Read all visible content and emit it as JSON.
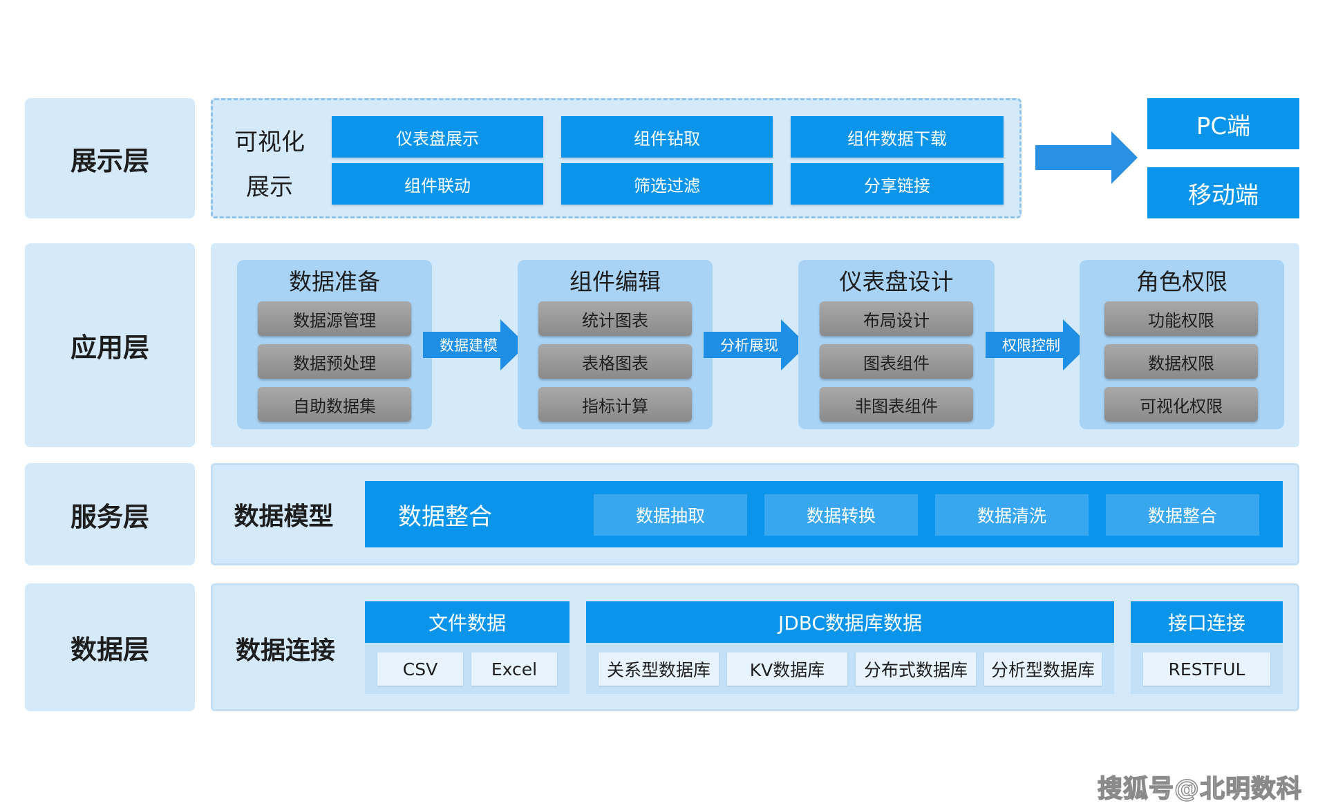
{
  "layers": {
    "presentation": "展示层",
    "application": "应用层",
    "service": "服务层",
    "data": "数据层"
  },
  "presentation": {
    "label_line1": "可视化",
    "label_line2": "展示",
    "buttons": [
      "仪表盘展示",
      "组件钻取",
      "组件数据下载",
      "组件联动",
      "筛选过滤",
      "分享链接"
    ],
    "devices": [
      "PC端",
      "移动端"
    ]
  },
  "application": {
    "groups": [
      {
        "title": "数据准备",
        "items": [
          "数据源管理",
          "数据预处理",
          "自助数据集"
        ]
      },
      {
        "title": "组件编辑",
        "items": [
          "统计图表",
          "表格图表",
          "指标计算"
        ]
      },
      {
        "title": "仪表盘设计",
        "items": [
          "布局设计",
          "图表组件",
          "非图表组件"
        ]
      },
      {
        "title": "角色权限",
        "items": [
          "功能权限",
          "数据权限",
          "可视化权限"
        ]
      }
    ],
    "arrows": [
      "数据建模",
      "分析展现",
      "权限控制"
    ]
  },
  "service": {
    "label": "数据模型",
    "bar_title": "数据整合",
    "items": [
      "数据抽取",
      "数据转换",
      "数据清洗",
      "数据整合"
    ]
  },
  "data": {
    "label": "数据连接",
    "file": {
      "title": "文件数据",
      "items": [
        "CSV",
        "Excel"
      ]
    },
    "jdbc": {
      "title": "JDBC数据库数据",
      "items": [
        "关系型数据库",
        "KV数据库",
        "分布式数据库",
        "分析型数据库"
      ]
    },
    "api": {
      "title": "接口连接",
      "items": [
        "RESTFUL"
      ]
    }
  },
  "watermark": "搜狐号@北明数科",
  "colors": {
    "light_panel": "#d4eafb",
    "primary_blue": "#0a95ea",
    "group_card": "#a9d3f5",
    "gray_item": "#999999"
  }
}
